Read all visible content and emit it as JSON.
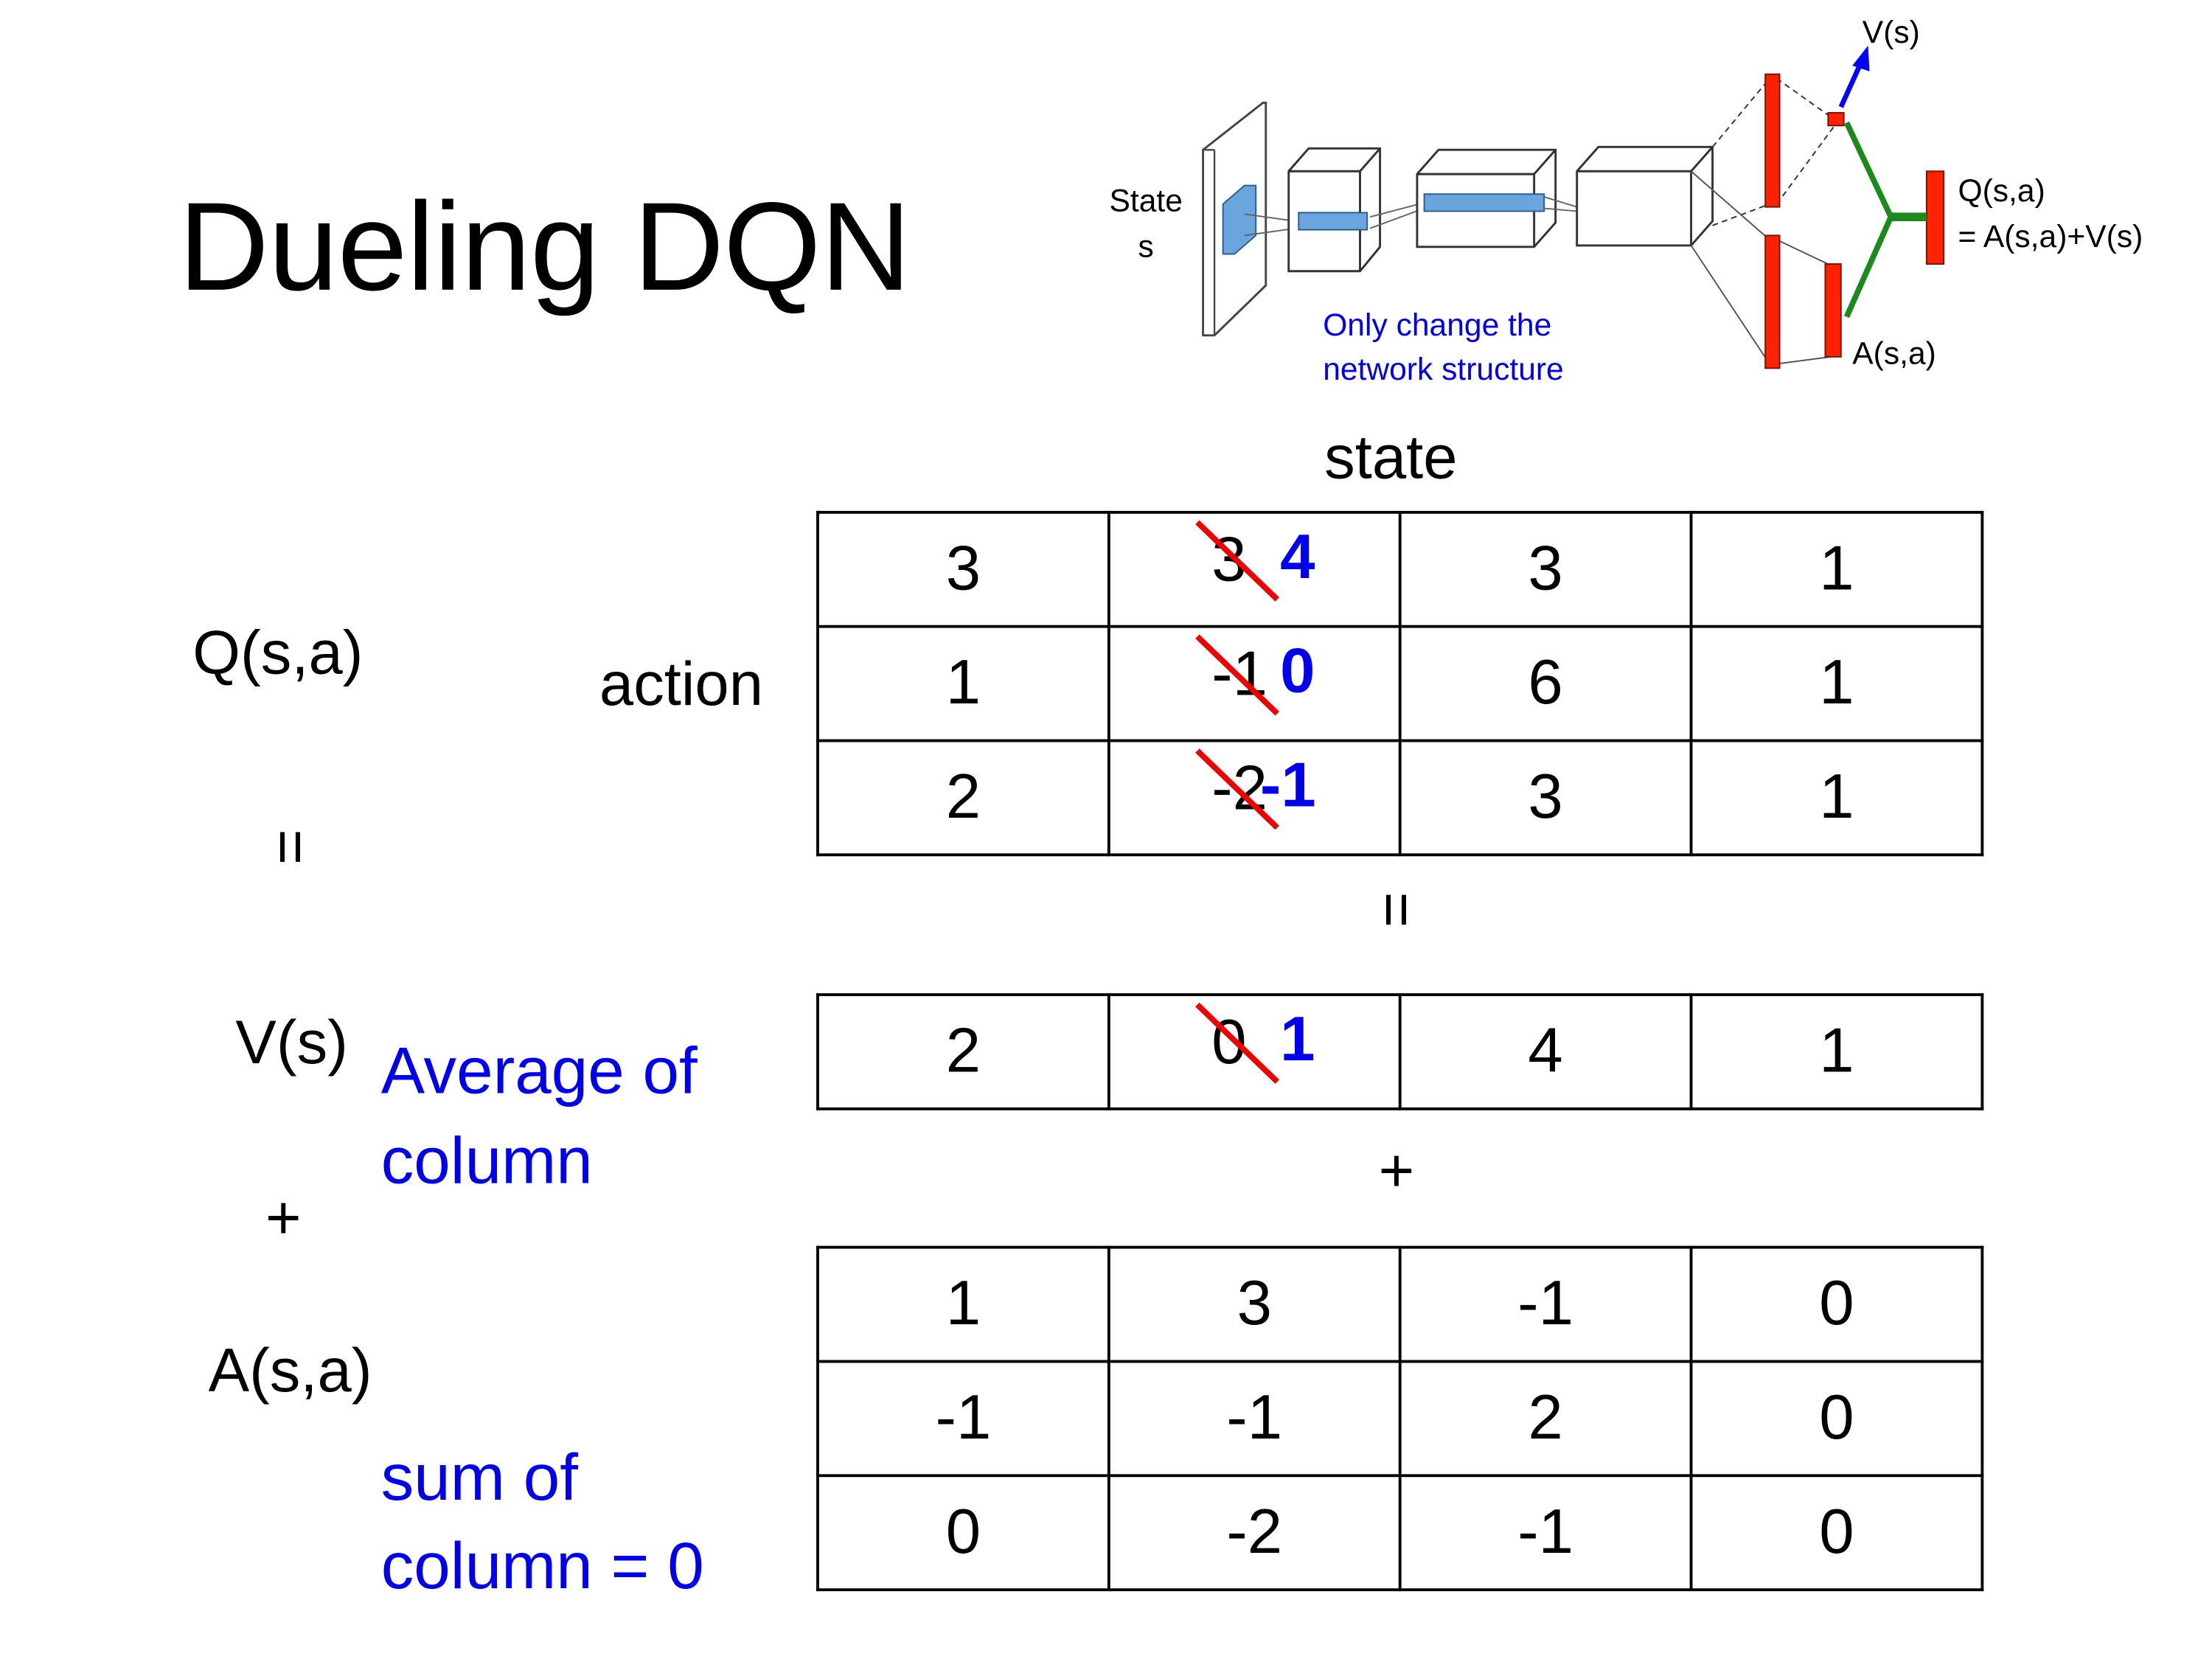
{
  "title": "Dueling DQN",
  "diagram": {
    "state_label": "State",
    "state_symbol": "s",
    "v_label": "V(s)",
    "q_label": "Q(s,a)",
    "q_formula": "= A(s,a)+V(s)",
    "a_label": "A(s,a)",
    "note_line1": "Only change the",
    "note_line2": "network structure",
    "colors": {
      "layer_blue": "#6aa5de",
      "bar_red": "#ff2200",
      "arrow_blue": "#0000ff",
      "merge_green": "#1a8a1a"
    }
  },
  "labels": {
    "state": "state",
    "action": "action",
    "q": "Q(s,a)",
    "v": "V(s)",
    "a": "A(s,a)",
    "equals": "=",
    "plus": "+",
    "avg_line1": "Average of",
    "avg_line2": "column",
    "sum_line1": "sum of",
    "sum_line2": "column = 0"
  },
  "q_table": [
    [
      {
        "v": "3"
      },
      {
        "old": "3",
        "new": "4"
      },
      {
        "v": "3"
      },
      {
        "v": "1"
      }
    ],
    [
      {
        "v": "1"
      },
      {
        "old": "-1",
        "new": "0"
      },
      {
        "v": "6"
      },
      {
        "v": "1"
      }
    ],
    [
      {
        "v": "2"
      },
      {
        "old": "-2",
        "new": "-1"
      },
      {
        "v": "3"
      },
      {
        "v": "1"
      }
    ]
  ],
  "v_table": [
    [
      {
        "v": "2"
      },
      {
        "old": "0",
        "new": "1"
      },
      {
        "v": "4"
      },
      {
        "v": "1"
      }
    ]
  ],
  "a_table": [
    [
      {
        "v": "1"
      },
      {
        "v": "3"
      },
      {
        "v": "-1"
      },
      {
        "v": "0"
      }
    ],
    [
      {
        "v": "-1"
      },
      {
        "v": "-1"
      },
      {
        "v": "2"
      },
      {
        "v": "0"
      }
    ],
    [
      {
        "v": "0"
      },
      {
        "v": "-2"
      },
      {
        "v": "-1"
      },
      {
        "v": "0"
      }
    ]
  ],
  "colors": {
    "highlight_text": "#0000ee",
    "strike": "#ee0000"
  }
}
